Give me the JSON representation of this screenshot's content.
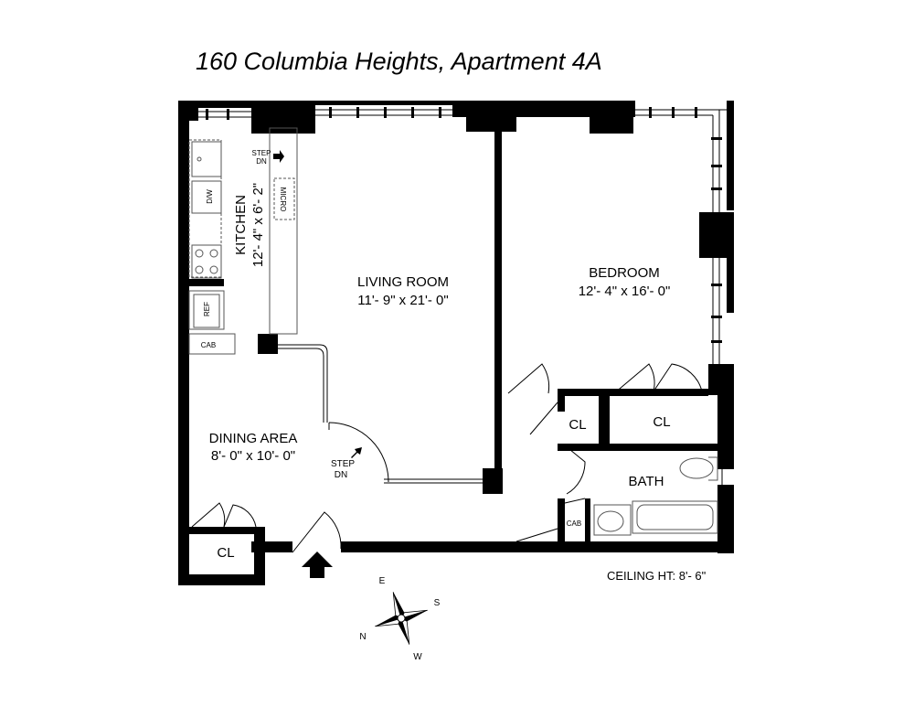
{
  "title": "160 Columbia Heights, Apartment 4A",
  "ceiling": "CEILING HT: 8'- 6\"",
  "rooms": {
    "living": {
      "name": "LIVING ROOM",
      "dims": "11'- 9\" x 21'- 0\""
    },
    "bedroom": {
      "name": "BEDROOM",
      "dims": "12'- 4\" x 16'- 0\""
    },
    "kitchen": {
      "name": "KITCHEN",
      "dims": "12'- 4\" x 6'- 2\""
    },
    "dining": {
      "name": "DINING AREA",
      "dims": "8'- 0\" x 10'- 0\""
    },
    "bath": {
      "name": "BATH"
    }
  },
  "labels": {
    "closet": "CL",
    "cabinet": "CAB",
    "ref": "REF",
    "dishwasher": "D/W",
    "micro": "MICRO",
    "step": "STEP",
    "step_abbr": "DN"
  },
  "compass": {
    "n": "N",
    "e": "E",
    "s": "S",
    "w": "W"
  },
  "colors": {
    "wall": "#000000",
    "fixture": "#555555",
    "background": "#ffffff"
  }
}
